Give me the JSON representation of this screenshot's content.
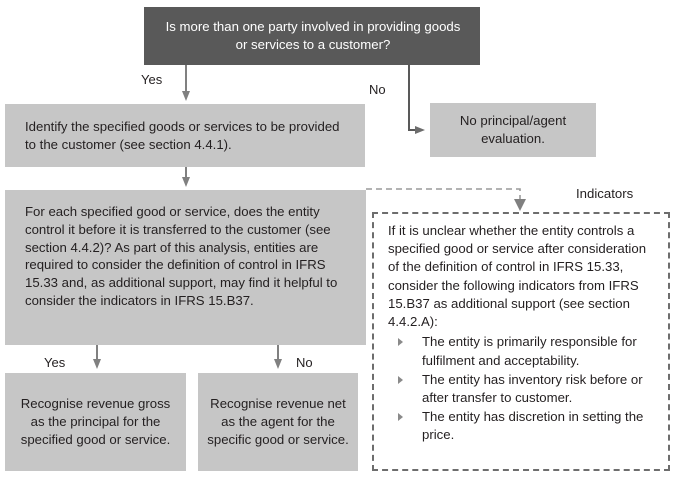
{
  "diagram": {
    "title_question": "Is more than one party involved in providing goods or services to a customer?",
    "nodes": {
      "decision_top": "Is more than one party involved in providing goods or services to a customer?",
      "identify_goods": "Identify the specified goods or services to be provided to the customer (see section 4.4.1).",
      "no_principal_agent": "No principal/agent evaluation.",
      "control_assessment": "For each specified good or service, does the entity control it before it is transferred to the customer (see section 4.4.2)? As part of this analysis, entities are required to consider the definition of control in IFRS 15.33 and, as additional support, may find it helpful to consider the indicators in IFRS 15.B37.",
      "recognise_gross": "Recognise revenue gross as the principal for the specified good or service.",
      "recognise_net": "Recognise revenue net as the agent for the specific good or service."
    },
    "edge_labels": {
      "top_yes": "Yes",
      "top_no": "No",
      "bottom_yes": "Yes",
      "bottom_no": "No"
    },
    "indicators": {
      "label": "Indicators",
      "intro": "If it is unclear whether the entity controls a specified good or service after consideration of the definition of control in IFRS 15.33, consider the following indicators from IFRS 15.B37 as additional support (see section 4.4.2.A):",
      "items": [
        "The entity is primarily responsible for fulfilment and acceptability.",
        "The entity has inventory risk before or after transfer to customer.",
        "The entity has discretion in setting the price."
      ]
    },
    "colors": {
      "decision_fill": "#595959",
      "decision_text": "#ffffff",
      "process_fill": "#c6c6c6",
      "process_text": "#231f20",
      "connector": "#808080",
      "dashed_border": "#6d6d6d",
      "background": "#ffffff"
    }
  }
}
